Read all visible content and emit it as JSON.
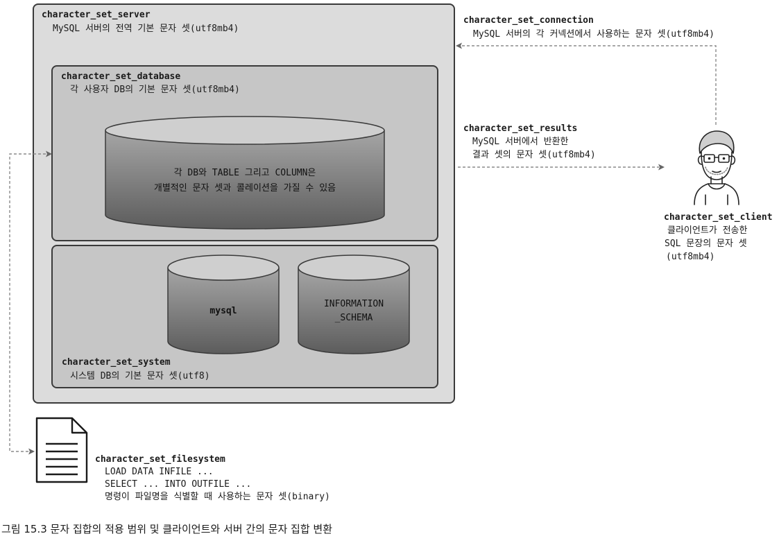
{
  "server": {
    "title": "character_set_server",
    "desc": "MySQL 서버의 전역 기본 문자 셋(utf8mb4)"
  },
  "database": {
    "title": "character_set_database",
    "desc": "각 사용자 DB의 기본 문자 셋(utf8mb4)",
    "cylinder_line1": "각 DB와 TABLE 그리고 COLUMN은",
    "cylinder_line2": "개별적인 문자 셋과 콜레이션을 가질 수 있음"
  },
  "system": {
    "title": "character_set_system",
    "desc": "시스템 DB의 기본 문자 셋(utf8)",
    "cyl_mysql": "mysql",
    "cyl_info_line1": "INFORMATION",
    "cyl_info_line2": "_SCHEMA"
  },
  "connection": {
    "title": "character_set_connection",
    "desc": "MySQL 서버의 각 커넥션에서 사용하는 문자 셋(utf8mb4)"
  },
  "results": {
    "title": "character_set_results",
    "desc_line1": "MySQL 서버에서 반환한",
    "desc_line2": "결과 셋의 문자 셋(utf8mb4)"
  },
  "client": {
    "title": "character_set_client",
    "desc_line1": "클라이언트가 전송한",
    "desc_line2": "SQL 문장의 문자 셋",
    "desc_line3": "(utf8mb4)",
    "icon": "user-avatar-icon"
  },
  "filesystem": {
    "title": "character_set_filesystem",
    "line1": "LOAD DATA INFILE ...",
    "line2": "SELECT ... INTO OUTFILE ...",
    "line3": "명령이 파일명을 식별할 때 사용하는 문자 셋(binary)",
    "icon": "document-icon"
  },
  "caption": "그림 15.3 문자 집합의 적용 범위 및 클라이언트와 서버 간의 문자 집합 변환",
  "colors": {
    "server_bg": "#dcdcdc",
    "inner_bg": "#c6c6c6",
    "cylinder_top": "#cfcfcf",
    "cylinder_body_dark": "#5e5e5e",
    "cylinder_body_light": "#9a9a9a",
    "arrow": "#8a8a8a"
  }
}
